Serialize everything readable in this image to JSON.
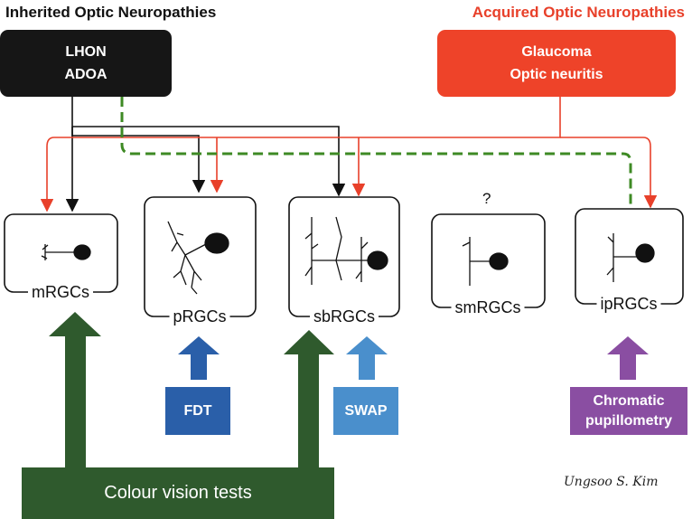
{
  "headings": {
    "inherited": "Inherited Optic Neuropathies",
    "acquired": "Acquired Optic Neuropathies"
  },
  "inherited_diseases": [
    "LHON",
    "ADOA"
  ],
  "acquired_diseases": [
    "Glaucoma",
    "Optic neuritis"
  ],
  "rgc_types": {
    "m": "mRGCs",
    "p": "pRGCs",
    "sb": "sbRGCs",
    "sm": "smRGCs",
    "ip": "ipRGCs"
  },
  "unknown_marker": "?",
  "tests": {
    "fdt": "FDT",
    "swap": "SWAP",
    "chromatic_line1": "Chromatic",
    "chromatic_line2": "pupillometry",
    "colour_vision": "Colour vision tests"
  },
  "signature": "Ungsoo S. Kim",
  "colors": {
    "inherited": "#161616",
    "acquired": "#ee4329",
    "adoa_dashed": "#3e8a24",
    "fdt": "#2a5fa9",
    "swap": "#4a8fcc",
    "chromatic": "#8a4ea2",
    "colour_vision": "#2f5a2d"
  }
}
